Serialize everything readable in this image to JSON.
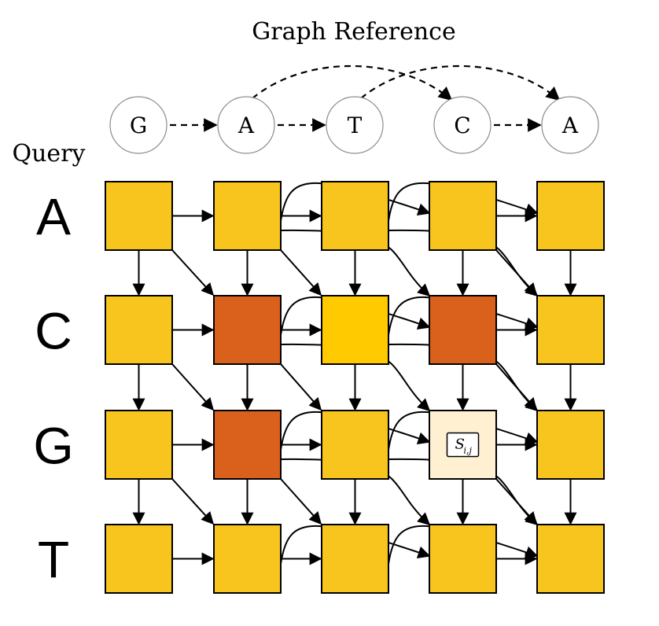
{
  "title": "Graph Reference",
  "query_label": "Query",
  "graph_nodes": [
    "G",
    "A",
    "T",
    "C",
    "A"
  ],
  "graph_edges": [
    {
      "from": 0,
      "to": 1
    },
    {
      "from": 1,
      "to": 2
    },
    {
      "from": 3,
      "to": 4
    },
    {
      "from": 1,
      "to": 3
    },
    {
      "from": 2,
      "to": 4
    }
  ],
  "query_letters": [
    "A",
    "C",
    "G",
    "T"
  ],
  "cell_label": "S",
  "cell_label_sub": "i,j",
  "colors": {
    "default": "#f7c51e",
    "dark": "#d9611b",
    "bright": "#ffcb00",
    "highlight": "#fff0d1",
    "stroke": "#000000",
    "node_stroke": "#8c8c8c"
  },
  "cells": [
    [
      "default",
      "default",
      "default",
      "default",
      "default"
    ],
    [
      "default",
      "dark",
      "bright",
      "dark",
      "default"
    ],
    [
      "default",
      "dark",
      "default",
      "highlight",
      "default"
    ],
    [
      "default",
      "default",
      "default",
      "default",
      "default"
    ]
  ],
  "highlight_cell": {
    "row": 2,
    "col": 3
  }
}
